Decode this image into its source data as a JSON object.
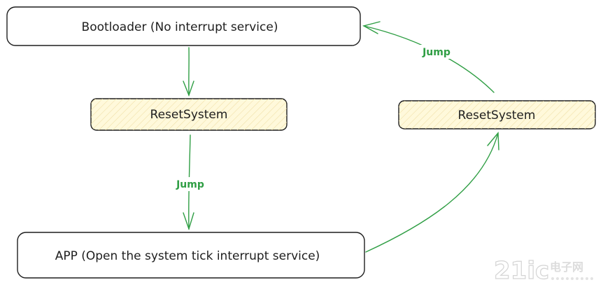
{
  "nodes": {
    "bootloader": {
      "label": "Bootloader (No interrupt service)"
    },
    "reset_left": {
      "label": "ResetSystem"
    },
    "reset_right": {
      "label": "ResetSystem"
    },
    "app": {
      "label": "APP (Open the system tick interrupt service)"
    }
  },
  "edges": {
    "reset_to_app": {
      "label": "Jump"
    },
    "reset_to_bootloader": {
      "label": "Jump"
    }
  },
  "colors": {
    "stroke": "#1e1e1e",
    "arrow": "#2f9e44",
    "reset_fill": "#fff9db",
    "watermark": "#d9d9d9"
  },
  "watermark": {
    "number": "21ic",
    "cjk": "电子网"
  }
}
